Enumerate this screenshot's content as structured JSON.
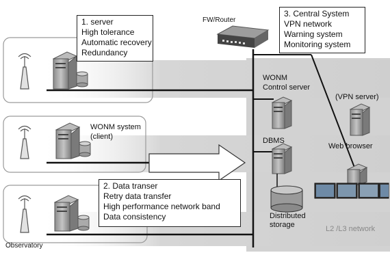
{
  "callouts": {
    "server": {
      "title": "1. server",
      "lines": [
        "High tolerance",
        "Automatic recovery",
        "Redundancy"
      ]
    },
    "central": {
      "title": "3. Central System",
      "lines": [
        "VPN network",
        "Warning system",
        "Monitoring system"
      ]
    },
    "transfer": {
      "title": "2. Data transer",
      "lines": [
        "Retry data transfer",
        "High performance network band",
        "Data consistency"
      ]
    }
  },
  "labels": {
    "fw_router": "FW/Router",
    "wonm_control_1": "WONM",
    "wonm_control_2": "Control server",
    "wonm_system_1": "WONM system",
    "wonm_system_2": "(client)",
    "vpn_server": "(VPN server)",
    "dbms": "DBMS",
    "web_browser": "Web browser",
    "storage_1": "Distributed",
    "storage_2": "storage",
    "network": "L2 /L3 network",
    "observatory": "Observatory"
  },
  "colors": {
    "band": "#d4d4d4",
    "central_area": "#cfcfcf",
    "observatory_border": "#9a9a9a",
    "line": "#111111",
    "callout_border": "#222222",
    "device": "#9a9a9a"
  }
}
